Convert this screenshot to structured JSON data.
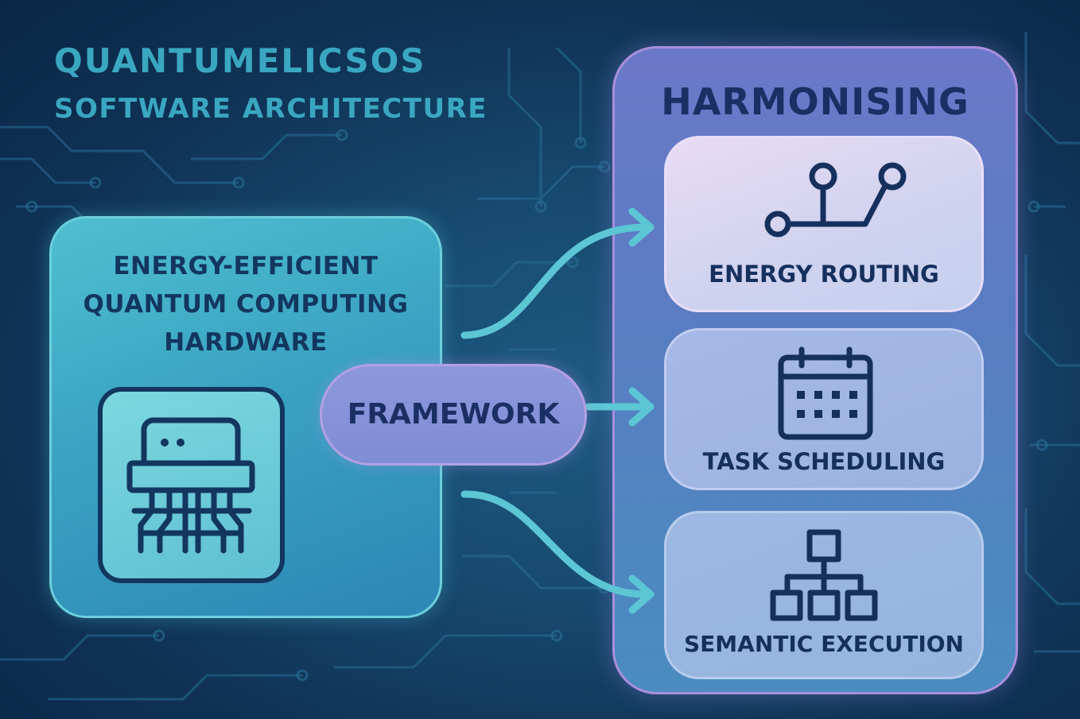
{
  "title": {
    "line1": "QUANTUMELICSOS",
    "line2": "SOFTWARE ARCHITECTURE"
  },
  "hardware": {
    "lines": [
      "ENERGY-EFFICIENT",
      "QUANTUM COMPUTING",
      "HARDWARE"
    ],
    "icon": "quantum-chip-icon"
  },
  "framework": {
    "label": "FRAMEWORK"
  },
  "harmonising": {
    "title": "HARMONISING",
    "items": [
      {
        "label": "ENERGY ROUTING",
        "icon": "routing-nodes-icon"
      },
      {
        "label": "TASK SCHEDULING",
        "icon": "calendar-icon"
      },
      {
        "label": "SEMANTIC EXECUTION",
        "icon": "hierarchy-icon"
      }
    ]
  },
  "colors": {
    "background": "#133d62",
    "title_text": "#3aa7c1",
    "dark_text": "#16305e",
    "connector": "#5cc6d4",
    "hardware_panel": "#3aa3c2",
    "harmonising_panel": "#5a7cc2",
    "framework_pill": "#8e98dc"
  }
}
